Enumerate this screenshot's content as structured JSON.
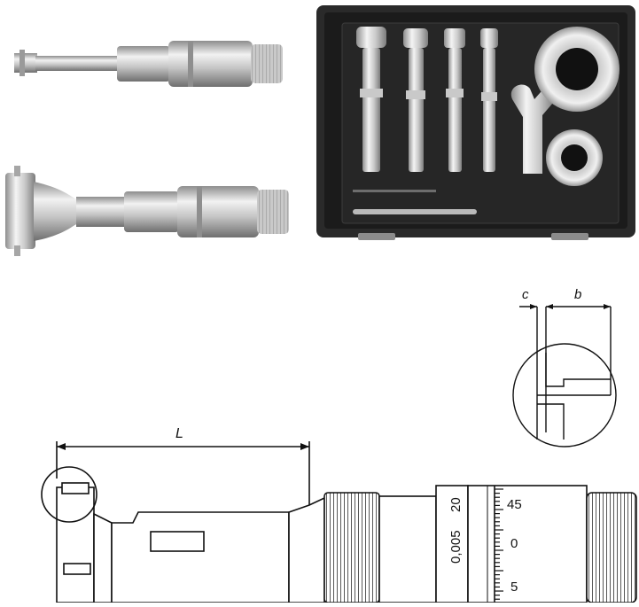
{
  "dimensions": {
    "c_label": "c",
    "b_label": "b",
    "L_label": "L"
  },
  "micrometer_scale": {
    "resolution": "0,005",
    "range": "20",
    "ticks": [
      "45",
      "0",
      "5"
    ]
  },
  "colors": {
    "case_dark": "#1f1f1f",
    "metal_light": "#e2e2e2",
    "metal_mid": "#b5b5b5",
    "metal_dark": "#7a7a7a",
    "line": "#111111"
  },
  "icons": {
    "instrument_top": "three-point-bore-micrometer-photo",
    "instrument_bottom": "three-point-bore-micrometer-large-head-photo",
    "kit_case": "micrometer-kit-case-photo"
  }
}
